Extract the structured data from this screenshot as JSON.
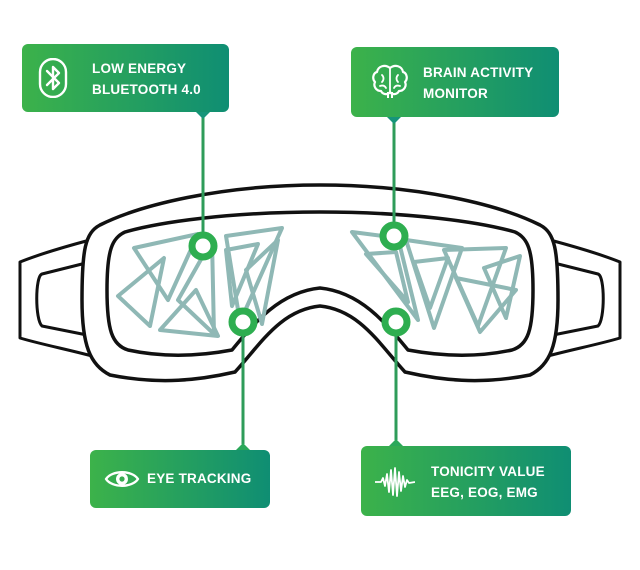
{
  "callouts": {
    "bluetooth": {
      "line1": "LOW ENERGY",
      "line2": "BLUETOOTH 4.0",
      "icon": "bluetooth-icon"
    },
    "brain": {
      "line1": "BRAIN ACTIVITY",
      "line2": "MONITOR",
      "icon": "brain-icon"
    },
    "eye": {
      "line1": "EYE TRACKING",
      "icon": "eye-icon"
    },
    "tonicity": {
      "line1": "TONICITY VALUE",
      "line2": "EEG, EOG, EMG",
      "icon": "waveform-icon"
    }
  },
  "colors": {
    "accent_start": "#3cb24a",
    "accent_end": "#0f8e73",
    "outline": "#111111",
    "lens_pattern": "#8fb8b5",
    "connector": "#2e9c5a"
  }
}
